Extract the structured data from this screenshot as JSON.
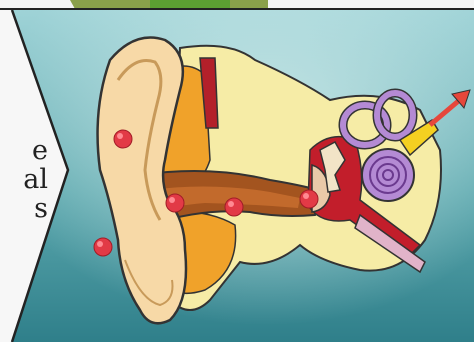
{
  "card": {
    "background": "#2f7f8a",
    "side_text_lines": [
      "e",
      "al",
      "s"
    ]
  },
  "diagram": {
    "markers": [
      {
        "name": "outer-ear-marker",
        "color": "#e23a46"
      },
      {
        "name": "ear-canal-marker",
        "color": "#e23a46"
      },
      {
        "name": "canal-middle-marker",
        "color": "#e23a46"
      },
      {
        "name": "eardrum-marker",
        "color": "#e23a46"
      },
      {
        "name": "earlobe-marker",
        "color": "#e23a46"
      }
    ],
    "arrow_color": "#e6473b"
  }
}
